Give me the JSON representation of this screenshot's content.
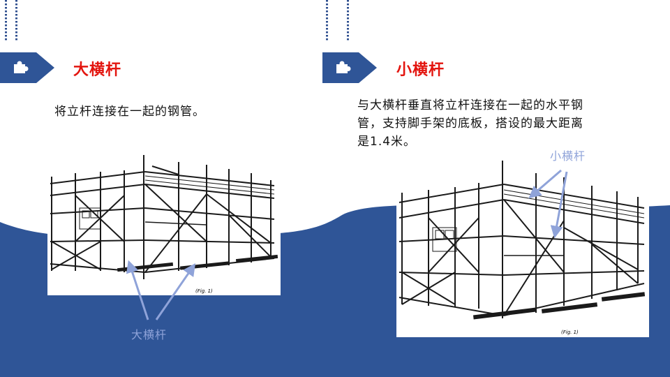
{
  "left": {
    "title": "大横杆",
    "description": "将立杆连接在一起的钢管。",
    "callout": "大横杆",
    "fig_caption": "(Fig. 1)"
  },
  "right": {
    "title": "小横杆",
    "description_lines": [
      "与大横杆垂直将立杆连接在一起的水平钢",
      "管，支持脚手架的底板，搭设的最大距离",
      "是1.4米。"
    ],
    "callout": "小横杆",
    "fig_caption": "(Fig. 1)"
  },
  "icons": {
    "tab": "puzzle-piece-icon"
  },
  "colors": {
    "navy": "#2f5597",
    "title_red": "#e3150f",
    "callout": "#8fa3d9"
  }
}
